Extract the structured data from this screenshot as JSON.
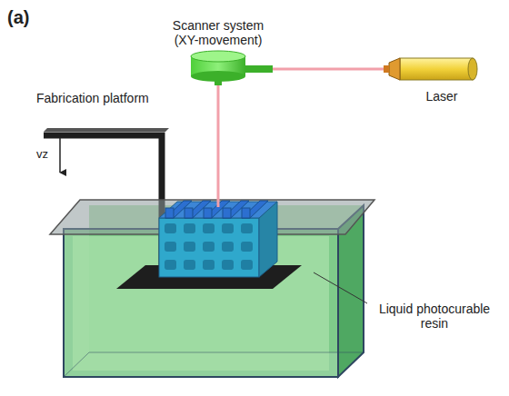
{
  "diagram": {
    "labels": [
      "(a)",
      "Scanner system (XY-movement)",
      "Fabrication platform",
      "vz",
      "Laser",
      "Liquid photocurable resin"
    ]
  }
}
